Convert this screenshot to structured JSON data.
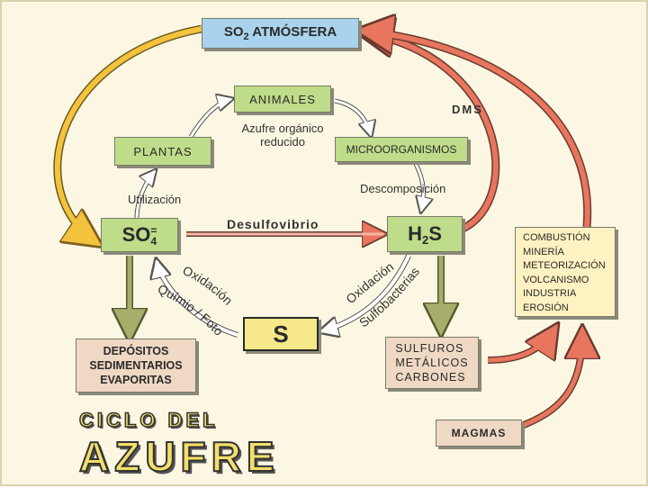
{
  "nodes": {
    "atmosphere": {
      "main": "SO",
      "sub": "2",
      "rest": " ATMÓSFERA"
    },
    "animals": "ANIMALES",
    "plants": "PLANTAS",
    "microorganisms": "MICROORGANISMOS",
    "sulfate": {
      "main": "SO",
      "sub": "4",
      "sup": "="
    },
    "h2s": {
      "pre": "H",
      "sub": "2",
      "post": "S"
    },
    "sulfur": "S",
    "deposits": [
      "DEPÓSITOS",
      "SEDIMENTARIOS",
      "EVAPORITAS"
    ],
    "sulfides": [
      "SULFUROS",
      "METÁLICOS",
      "CARBONES"
    ],
    "sources": [
      "COMBUSTIÓN",
      "MINERÍA",
      "METEORIZACIÓN",
      "VOLCANISMO",
      "INDUSTRIA",
      "EROSIÓN"
    ],
    "magmas": "MAGMAS"
  },
  "labels": {
    "dms": "DMS",
    "organic_sulfur": [
      "Azufre orgánico",
      "reducido"
    ],
    "utilization": "Utilización",
    "decomposition": "Descomposición",
    "desulfovibrio": "Desulfovibrio",
    "oxidation_left": "Oxidación",
    "chemo_photo": "Químio / Foto",
    "oxidation_right": "Oxidación",
    "sulfobacteria": "Sulfobacterias"
  },
  "title": {
    "line1": "CICLO DEL",
    "line2": "AZUFRE"
  },
  "colors": {
    "green_box": "#bfdc8a",
    "blue_box": "#a9d3ec",
    "tan_box": "#efd8c4",
    "yellow_box": "#f7e88a",
    "pale_box": "#fff2c2",
    "red_arrow": "#e8765f",
    "yellow_arrow": "#f4c23c",
    "olive_arrow": "#a7ad6a",
    "title_fill": "#f3e06a"
  }
}
